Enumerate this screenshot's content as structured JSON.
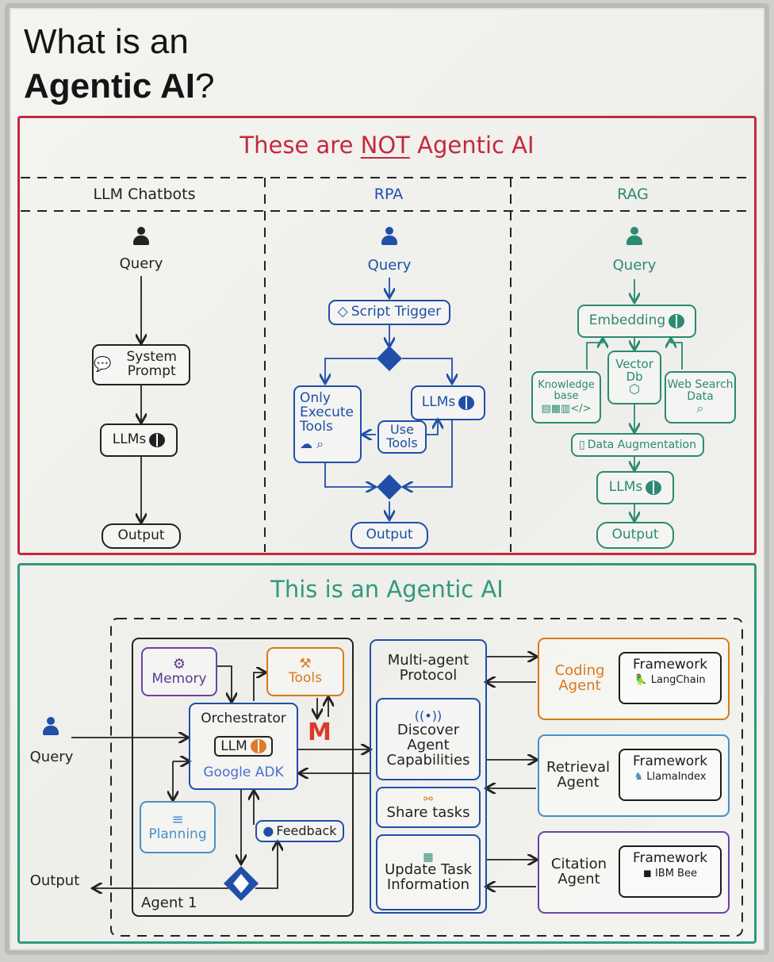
{
  "title": {
    "line1": "What is an",
    "line2_bold": "Agentic AI",
    "line2_mark": "?"
  },
  "not_agentic": {
    "header_before": "These are ",
    "header_emph": "NOT",
    "header_after": " Agentic AI",
    "columns": {
      "llm": {
        "heading": "LLM Chatbots",
        "query": "Query",
        "system_prompt": "System Prompt",
        "llms": "LLMs",
        "output": "Output"
      },
      "rpa": {
        "heading": "RPA",
        "query": "Query",
        "script_trigger": "Script Trigger",
        "only_execute": "Only Execute Tools",
        "llms": "LLMs",
        "use_tools": "Use Tools",
        "output": "Output"
      },
      "rag": {
        "heading": "RAG",
        "query": "Query",
        "embedding": "Embedding",
        "vector_db": "Vector Db",
        "knowledge_base": "Knowledge base",
        "web_search": "Web Search Data",
        "data_augmentation": "Data Augmentation",
        "llms": "LLMs",
        "output": "Output"
      }
    }
  },
  "agentic": {
    "header": "This is an Agentic AI",
    "query": "Query",
    "output": "Output",
    "agent_label": "Agent 1",
    "memory": "Memory",
    "tools": "Tools",
    "orchestrator": "Orchestrator",
    "llm": "LLM",
    "google_adk": "Google ADK",
    "planning": "Planning",
    "feedback": "Feedback",
    "protocol": {
      "title": "Multi-agent Protocol",
      "discover": "Discover Agent Capabilities",
      "share": "Share tasks",
      "update": "Update Task Information"
    },
    "agents": [
      {
        "name": "Coding Agent",
        "fw_title": "Framework",
        "fw_name": "LangChain",
        "color": "#d9791a"
      },
      {
        "name": "Retrieval Agent",
        "fw_title": "Framework",
        "fw_name": "LlamaIndex",
        "color": "#4a8fc6"
      },
      {
        "name": "Citation Agent",
        "fw_title": "Framework",
        "fw_name": "IBM Bee",
        "color": "#6a44a8"
      }
    ]
  },
  "colors": {
    "red": "#c5283d",
    "green": "#2f9a7e",
    "blue": "#1f4fa8",
    "rag_green": "#2b8a72",
    "orange": "#d9791a",
    "purple": "#6a44a8"
  }
}
